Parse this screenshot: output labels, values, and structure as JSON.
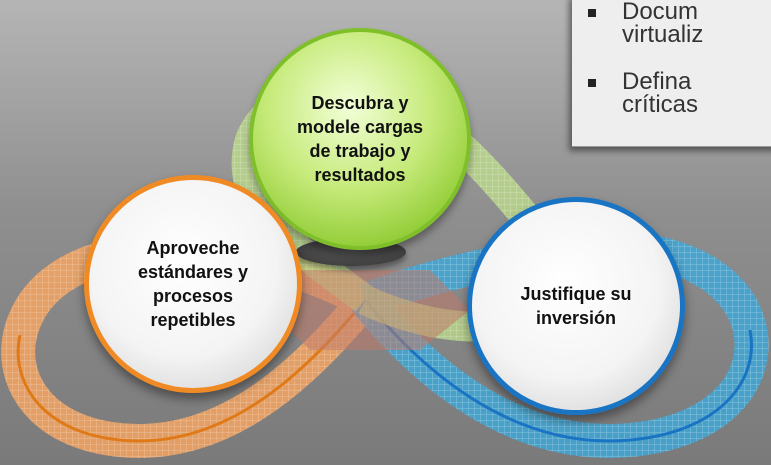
{
  "panel": {
    "bullets": [
      "Docum\nvirtualiz",
      "Defina\ncríticas"
    ]
  },
  "circles": {
    "green": "Descubra y\nmodele cargas\nde trabajo y\nresultados",
    "orange": "Aproveche\nestándares y\nprocesos\nrepetibles",
    "blue": "Justifique su\ninversión"
  },
  "colors": {
    "green": "#8fcb33",
    "orange": "#f08a24",
    "blue": "#1a74c4"
  }
}
